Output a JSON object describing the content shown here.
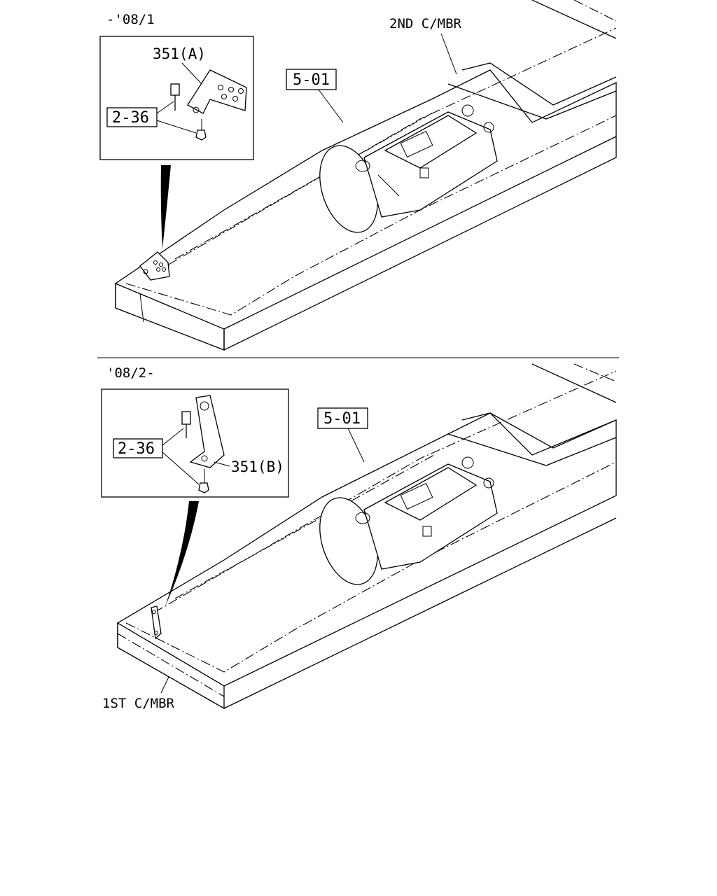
{
  "top": {
    "date": "-'08/1",
    "frame_label": "2ND C/MBR",
    "ref_frame": "5-01",
    "inset": {
      "part": "351(A)",
      "ref_bolt": "2-36"
    }
  },
  "bottom": {
    "date": "'08/2-",
    "frame_label": "1ST C/MBR",
    "ref_frame": "5-01",
    "inset": {
      "part": "351(B)",
      "ref_bolt": "2-36"
    }
  }
}
